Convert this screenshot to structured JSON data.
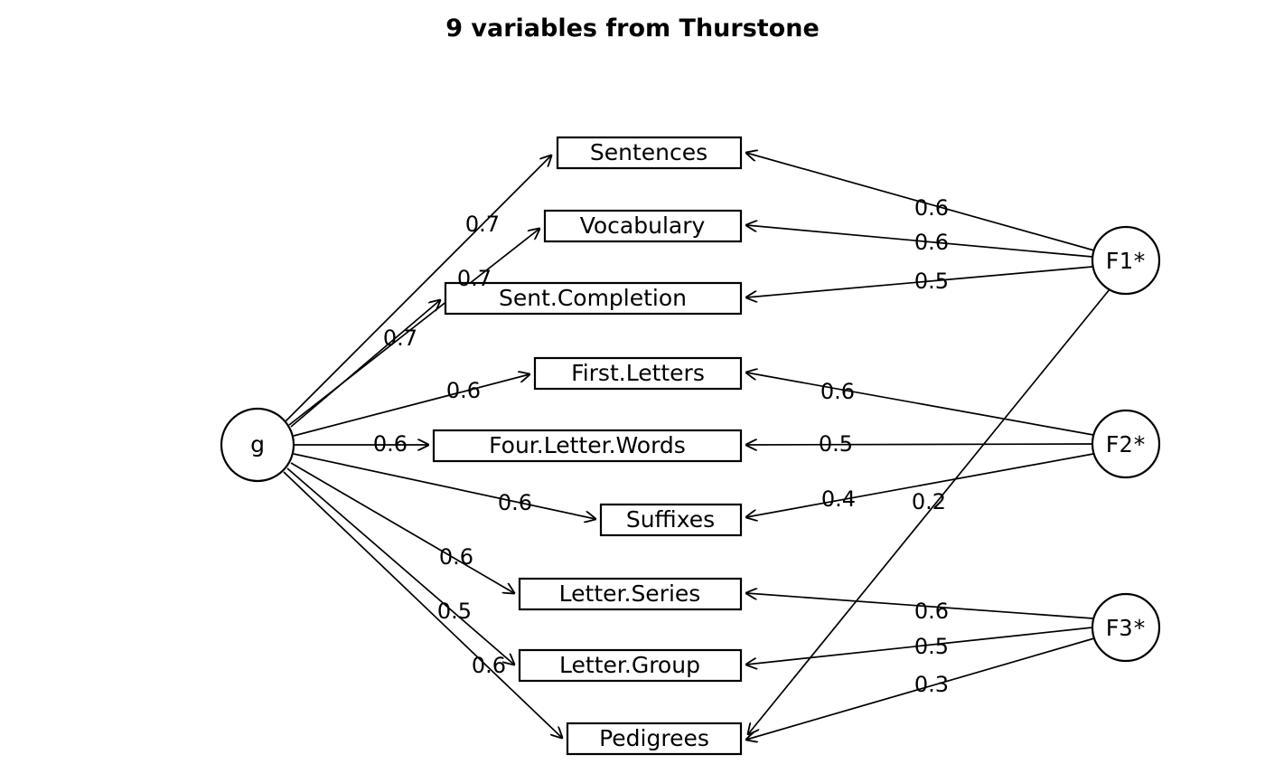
{
  "title": "9 variables from Thurstone",
  "chart_data": {
    "type": "diagram",
    "title": "9 variables from Thurstone",
    "diagram_kind": "bifactor-path-diagram",
    "general_factor": {
      "id": "g",
      "label": "g",
      "shape": "circle"
    },
    "group_factors": [
      {
        "id": "F1",
        "label": "F1*",
        "shape": "circle"
      },
      {
        "id": "F2",
        "label": "F2*",
        "shape": "circle"
      },
      {
        "id": "F3",
        "label": "F3*",
        "shape": "circle"
      }
    ],
    "observed_variables": [
      {
        "id": "Sentences",
        "label": "Sentences"
      },
      {
        "id": "Vocabulary",
        "label": "Vocabulary"
      },
      {
        "id": "Sent.Completion",
        "label": "Sent.Completion"
      },
      {
        "id": "First.Letters",
        "label": "First.Letters"
      },
      {
        "id": "Four.Letter.Words",
        "label": "Four.Letter.Words"
      },
      {
        "id": "Suffixes",
        "label": "Suffixes"
      },
      {
        "id": "Letter.Series",
        "label": "Letter.Series"
      },
      {
        "id": "Letter.Group",
        "label": "Letter.Group"
      },
      {
        "id": "Pedigrees",
        "label": "Pedigrees"
      }
    ],
    "g_loadings": [
      {
        "from": "g",
        "to": "Sentences",
        "value": "0.7"
      },
      {
        "from": "g",
        "to": "Vocabulary",
        "value": "0.7"
      },
      {
        "from": "g",
        "to": "Sent.Completion",
        "value": "0.7"
      },
      {
        "from": "g",
        "to": "First.Letters",
        "value": "0.6"
      },
      {
        "from": "g",
        "to": "Four.Letter.Words",
        "value": "0.6"
      },
      {
        "from": "g",
        "to": "Suffixes",
        "value": "0.6"
      },
      {
        "from": "g",
        "to": "Letter.Series",
        "value": "0.6"
      },
      {
        "from": "g",
        "to": "Letter.Group",
        "value": "0.5"
      },
      {
        "from": "g",
        "to": "Pedigrees",
        "value": "0.6"
      }
    ],
    "group_loadings": [
      {
        "from": "F1",
        "to": "Sentences",
        "value": "0.6"
      },
      {
        "from": "F1",
        "to": "Vocabulary",
        "value": "0.6"
      },
      {
        "from": "F1",
        "to": "Sent.Completion",
        "value": "0.5"
      },
      {
        "from": "F1",
        "to": "Pedigrees",
        "value": "0.2"
      },
      {
        "from": "F2",
        "to": "First.Letters",
        "value": "0.6"
      },
      {
        "from": "F2",
        "to": "Four.Letter.Words",
        "value": "0.5"
      },
      {
        "from": "F2",
        "to": "Suffixes",
        "value": "0.4"
      },
      {
        "from": "F3",
        "to": "Letter.Series",
        "value": "0.6"
      },
      {
        "from": "F3",
        "to": "Letter.Group",
        "value": "0.5"
      },
      {
        "from": "F3",
        "to": "Pedigrees",
        "value": "0.3"
      }
    ]
  },
  "nodes": {
    "g": "g",
    "f1": "F1*",
    "f2": "F2*",
    "f3": "F3*",
    "sentences": "Sentences",
    "vocabulary": "Vocabulary",
    "sent_completion": "Sent.Completion",
    "first_letters": "First.Letters",
    "four_letter_words": "Four.Letter.Words",
    "suffixes": "Suffixes",
    "letter_series": "Letter.Series",
    "letter_group": "Letter.Group",
    "pedigrees": "Pedigrees"
  },
  "labels": {
    "g_sentences": "0.7",
    "g_vocabulary": "0.7",
    "g_sent_completion": "0.7",
    "g_first_letters": "0.6",
    "g_four_letter_words": "0.6",
    "g_suffixes": "0.6",
    "g_letter_series": "0.6",
    "g_letter_group": "0.5",
    "g_pedigrees": "0.6",
    "f1_sentences": "0.6",
    "f1_vocabulary": "0.6",
    "f1_sent_completion": "0.5",
    "f1_pedigrees": "0.2",
    "f2_first_letters": "0.6",
    "f2_four_letter_words": "0.5",
    "f2_suffixes": "0.4",
    "f3_letter_series": "0.6",
    "f3_letter_group": "0.5",
    "f3_pedigrees": "0.3"
  },
  "colors": {
    "stroke": "#000000",
    "fill": "#ffffff",
    "background": "#ffffff"
  }
}
